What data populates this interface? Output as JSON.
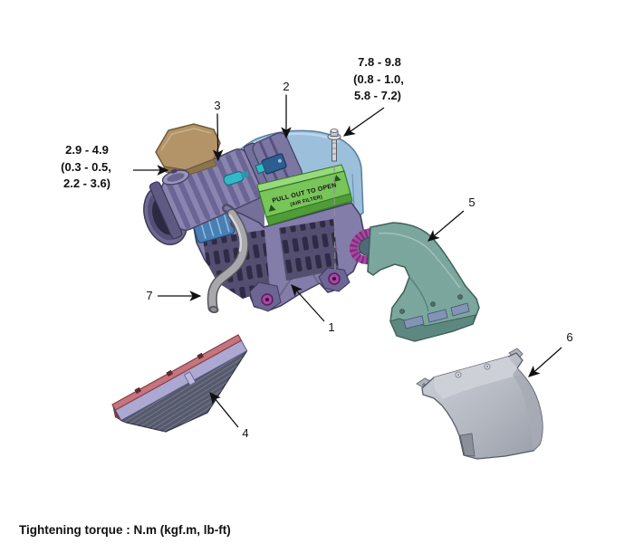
{
  "footer": {
    "note": "Tightening torque : N.m (kgf.m, lb-ft)"
  },
  "torque_specs": {
    "bolt": {
      "lines": [
        "7.8 - 9.8",
        "(0.8 - 1.0,",
        "5.8 - 7.2)"
      ]
    },
    "clamp": {
      "lines": [
        "2.9 - 4.9",
        "(0.3 - 0.5,",
        "2.2 - 3.6)"
      ]
    }
  },
  "callouts": {
    "c1": "1",
    "c2": "2",
    "c3": "3",
    "c4": "4",
    "c5": "5",
    "c6": "6",
    "c7": "7"
  },
  "part_label": {
    "line1": "PULL OUT TO OPEN",
    "line2": "(AIR FILTER)"
  },
  "colors": {
    "cover_blue": "#9cc0dc",
    "label_green": "#79c55a",
    "label_green_dark": "#4f9c38",
    "label_green_light": "#99d87e",
    "housing_purple": "#837da9",
    "housing_purple_dark": "#544f70",
    "cap_tan": "#b29468",
    "duct_teal": "#7ba79e",
    "seal_magenta": "#a847a4",
    "shield_gray": "#b7bac3",
    "filter_frame_pink": "#c4757e",
    "filter_frame_lavender": "#aba8d2",
    "filter_media_gray": "#565a6c",
    "hose_gray": "#a8a8ac",
    "grommet_magenta": "#a845a5",
    "fitting_teal": "#35b8c6"
  }
}
